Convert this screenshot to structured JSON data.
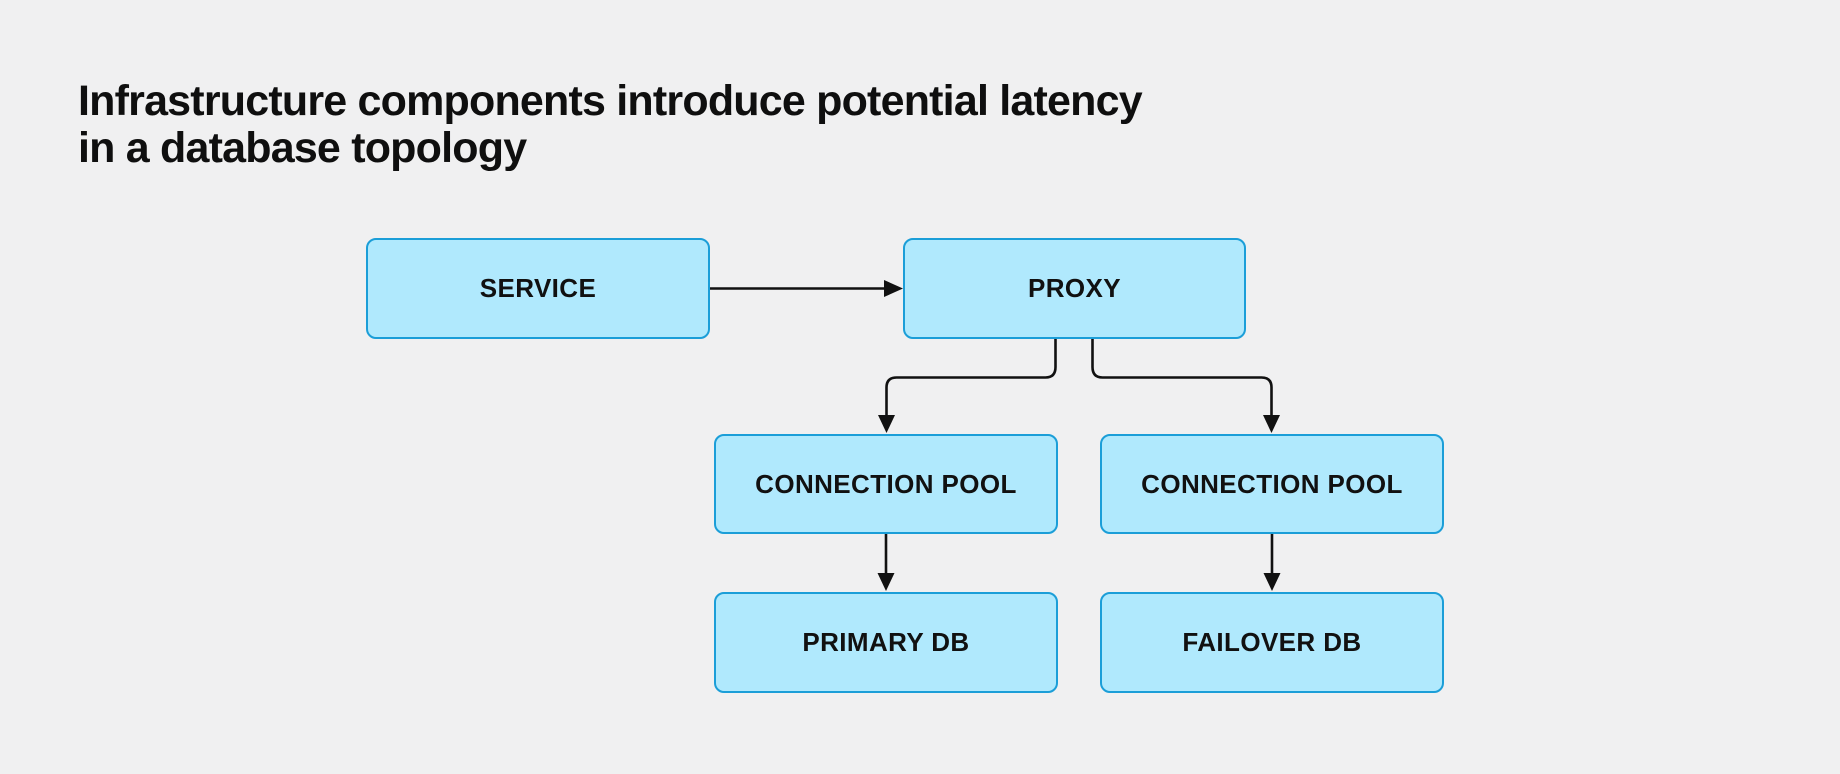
{
  "title": {
    "line1": "Infrastructure components introduce potential latency",
    "line2": "in a database topology"
  },
  "diagram": {
    "type": "topology-flowchart",
    "nodes": [
      {
        "id": "service",
        "label": "SERVICE"
      },
      {
        "id": "proxy",
        "label": "PROXY"
      },
      {
        "id": "pool_left",
        "label": "CONNECTION POOL"
      },
      {
        "id": "pool_right",
        "label": "CONNECTION POOL"
      },
      {
        "id": "db_primary",
        "label": "PRIMARY DB"
      },
      {
        "id": "db_failover",
        "label": "FAILOVER DB"
      }
    ],
    "edges": [
      {
        "from": "service",
        "to": "proxy"
      },
      {
        "from": "proxy",
        "to": "pool_left"
      },
      {
        "from": "proxy",
        "to": "pool_right"
      },
      {
        "from": "pool_left",
        "to": "db_primary"
      },
      {
        "from": "pool_right",
        "to": "db_failover"
      }
    ]
  },
  "colors": {
    "background": "#f0f0f1",
    "node_fill": "#b0e9fd",
    "node_border": "#1b9ed8",
    "connector": "#111111",
    "title_text": "#0f0f0f",
    "node_text": "#111111"
  }
}
